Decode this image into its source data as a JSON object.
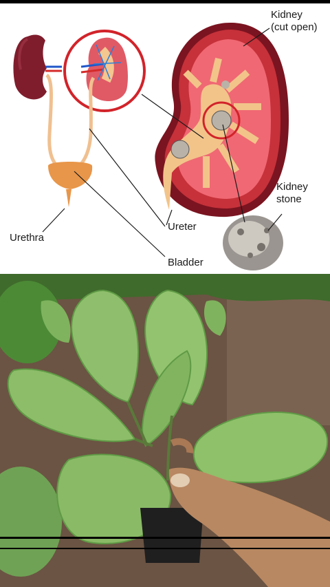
{
  "diagram": {
    "labels": {
      "kidney_line1": "Kidney",
      "kidney_line2": "(cut open)",
      "kidney_stone_line1": "Kidney",
      "kidney_stone_line2": "stone",
      "ureter": "Ureter",
      "urethra": "Urethra",
      "bladder": "Bladder"
    },
    "colors": {
      "kidney_outer": "#c6313a",
      "kidney_dark": "#7a1420",
      "kidney_inner": "#f06873",
      "pelvis": "#f2c48a",
      "bladder": "#e8964a",
      "highlight_ring": "#d2232a"
    }
  },
  "photo": {
    "subject": "Leafy plant (Bryophyllum) held in a hand",
    "colors": {
      "leaf": "#93c36f",
      "leaf_dark": "#5f9a45",
      "soil": "#6b5443",
      "skin": "#b88862"
    }
  }
}
